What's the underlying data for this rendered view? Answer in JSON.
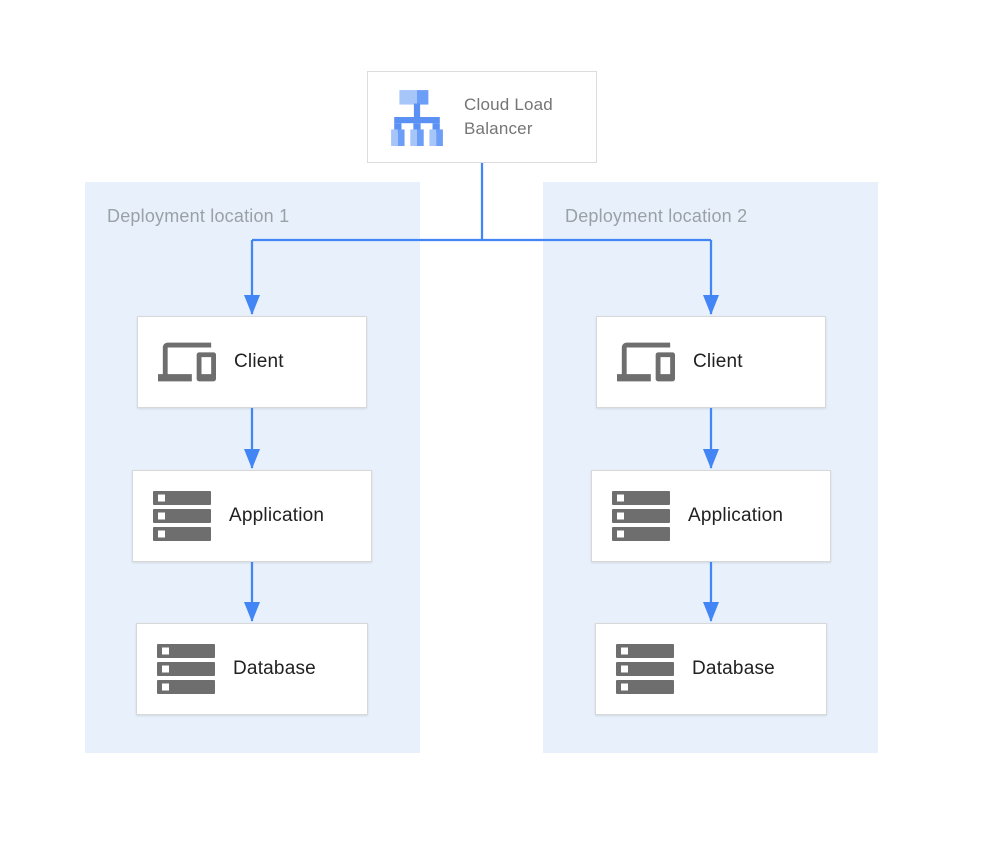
{
  "load_balancer": {
    "label": "Cloud Load Balancer"
  },
  "locations": [
    {
      "label": "Deployment location 1",
      "nodes": [
        {
          "label": "Client"
        },
        {
          "label": "Application"
        },
        {
          "label": "Database"
        }
      ]
    },
    {
      "label": "Deployment location 2",
      "nodes": [
        {
          "label": "Client"
        },
        {
          "label": "Application"
        },
        {
          "label": "Database"
        }
      ]
    }
  ],
  "icons": {
    "load_balancer": "load-balancer-icon",
    "client": "devices-icon",
    "application": "server-stack-icon",
    "database": "server-stack-icon"
  },
  "colors": {
    "arrow": "#4285f4",
    "panel_bg": "#e8f1fb",
    "panel_label": "#9aa0a6",
    "node_border": "#d8d8d8",
    "node_label": "#212121",
    "lb_label": "#757575",
    "icon_gray": "#6e6e6e",
    "lb_icon_light": "#a6c6fa",
    "lb_icon_medium": "#6d9ef7",
    "lb_icon_dark": "#5b91f5"
  }
}
